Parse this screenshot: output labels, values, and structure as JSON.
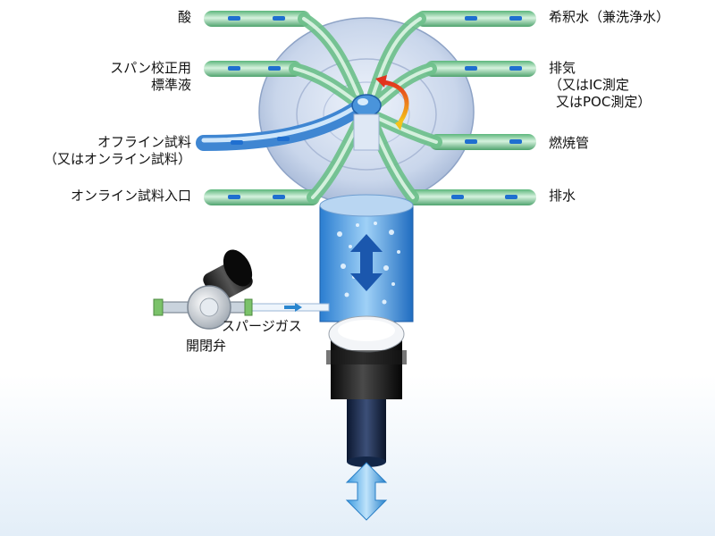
{
  "left_labels": {
    "acid": "酸",
    "span_line1": "スパン校正用",
    "span_line2": "標準液",
    "offline_line1": "オフライン試料",
    "offline_line2": "（又はオンライン試料）",
    "online_inlet": "オンライン試料入口"
  },
  "right_labels": {
    "dilution_water": "希釈水（兼洗浄水）",
    "exhaust_line1": "排気",
    "exhaust_line2": "（又はIC測定",
    "exhaust_line3": "又はPOC測定）",
    "combustion_tube": "燃焼管",
    "drain": "排水"
  },
  "component_labels": {
    "sparge_gas": "スパージガス",
    "valve": "開閉弁"
  },
  "colors": {
    "pipe_green": "#7fcf9a",
    "pipe_light": "#c9ecd5",
    "flow_blue": "#1f6fd0",
    "disc_blue": "#c6d4ea",
    "rotation_red": "#e3341e",
    "rotation_yellow": "#f4c21a",
    "arrow_blue": "#2a86cf"
  }
}
